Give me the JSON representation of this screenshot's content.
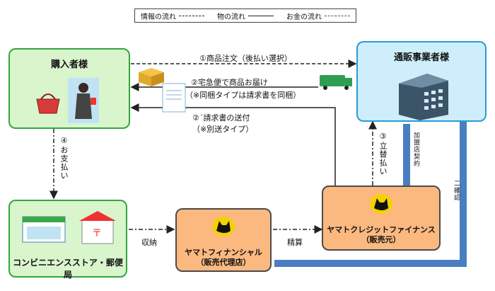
{
  "legend": {
    "info": "情報の流れ",
    "goods": "物の流れ",
    "money": "お金の流れ"
  },
  "buyer": {
    "title": "購入者様"
  },
  "merchant": {
    "title": "通販事業者様"
  },
  "convenience": {
    "title": "コンビニエンスストア・郵便局"
  },
  "yamato_fin": {
    "line1": "ヤマトフィナンシャル",
    "line2": "（販売代理店）"
  },
  "yamato_credit": {
    "line1": "ヤマトクレジットファイナンス",
    "line2": "（販売元）"
  },
  "flows": {
    "order": "①商品注文（後払い選択）",
    "delivery": "②宅急便で商品お届け",
    "delivery_note": "（※同梱タイプは請求書を同梱）",
    "invoice": "②´請求書の送付",
    "invoice_note": "（※別送タイプ）",
    "payment": "④お支払い",
    "advance": "③立替払い",
    "merchant_contract": "加盟店契約",
    "confirm": "二確認",
    "collect": "収納",
    "settle": "精算"
  },
  "colors": {
    "green": "#d9f5cc",
    "blue": "#cdeefa",
    "orange": "#fbb980",
    "money_line": "#4a7ec2"
  }
}
